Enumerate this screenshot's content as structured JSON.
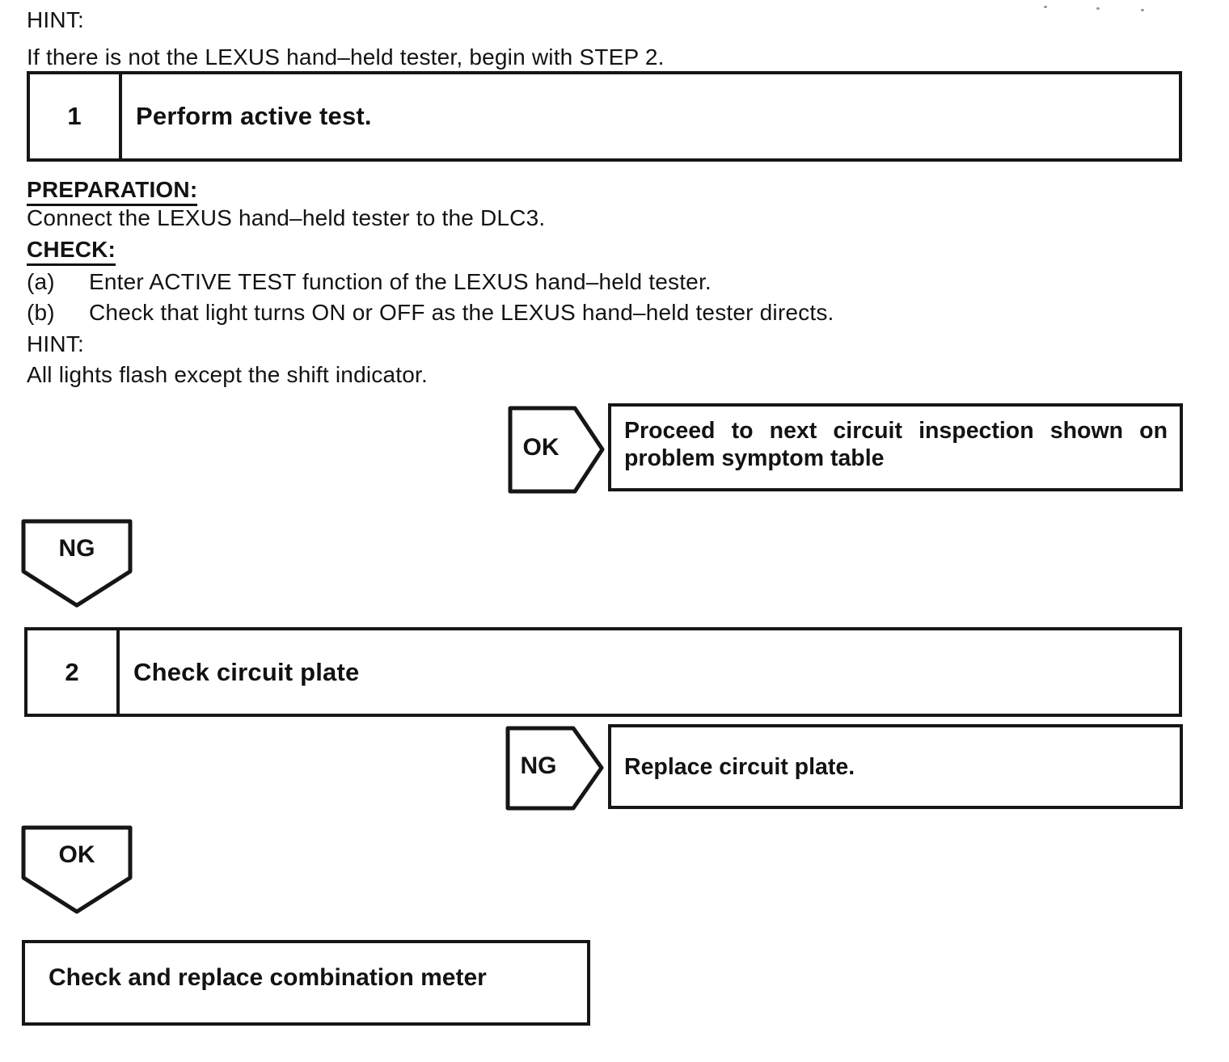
{
  "doc": {
    "hint_top": {
      "label": "HINT:",
      "text": "If there is not the LEXUS hand–held tester, begin with STEP 2."
    },
    "step1": {
      "number": "1",
      "title": "Perform active test."
    },
    "preparation": {
      "label": "PREPARATION:",
      "text": "Connect the LEXUS hand–held tester to the DLC3."
    },
    "check": {
      "label": "CHECK:",
      "items": [
        {
          "marker": "(a)",
          "text": "Enter ACTIVE TEST function of the LEXUS hand–held tester."
        },
        {
          "marker": "(b)",
          "text": "Check that light turns ON or OFF as the LEXUS hand–held tester directs."
        }
      ]
    },
    "hint_mid": {
      "label": "HINT:",
      "text": "All lights flash except the shift indicator."
    },
    "branch_ok1": {
      "label": "OK",
      "result_line1": "Proceed to next circuit inspection shown on",
      "result_line2": "problem symptom table"
    },
    "connector_ng": {
      "label": "NG"
    },
    "step2": {
      "number": "2",
      "title": "Check circuit plate"
    },
    "branch_ng2": {
      "label": "NG",
      "result": "Replace circuit plate."
    },
    "connector_ok": {
      "label": "OK"
    },
    "terminal": {
      "text": "Check and replace combination meter"
    }
  }
}
